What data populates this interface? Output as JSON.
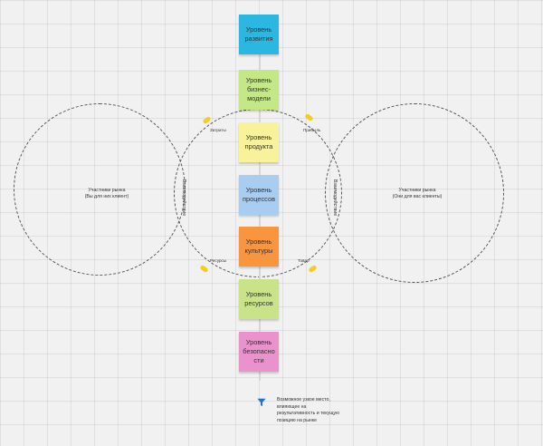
{
  "colors": {
    "development": "#2ab7e2",
    "business_model": "#c4e885",
    "product": "#f8f29a",
    "processes": "#a9cdf1",
    "culture": "#f9943f",
    "resources": "#c9e388",
    "security": "#ea92cc",
    "marker": "#f5cc1f",
    "funnel": "#1b73d2"
  },
  "levels": [
    {
      "id": "development",
      "label": "Уровень\nразвития",
      "color_key": "development"
    },
    {
      "id": "business-model",
      "label": "Уровень\nбизнес-\nмодели",
      "color_key": "business_model"
    },
    {
      "id": "product",
      "label": "Уровень\nпродукта",
      "color_key": "product"
    },
    {
      "id": "processes",
      "label": "Уровень\nпроцессов",
      "color_key": "processes"
    },
    {
      "id": "culture",
      "label": "Уровень\nкультуры",
      "color_key": "culture"
    },
    {
      "id": "resources",
      "label": "Уровень\nресурсов",
      "color_key": "resources"
    },
    {
      "id": "security",
      "label": "Уровень\nбезопасно\nсти",
      "color_key": "security"
    }
  ],
  "circles": {
    "left_label": "Участники рынка\n(Вы для них клиент)",
    "right_label": "Участники рынка\n(Они для вас клиенты)",
    "left_interaction": "Взаимодействие",
    "right_interaction": "Взаимодействие"
  },
  "flows": {
    "costs": "Затраты",
    "profit": "Прибыль",
    "resources": "Ресурсы",
    "goods": "Товар"
  },
  "legend": {
    "icon": "funnel-icon",
    "text": "Возможное узкое место, влияющее на результативность и текущую позицию на рынке"
  }
}
